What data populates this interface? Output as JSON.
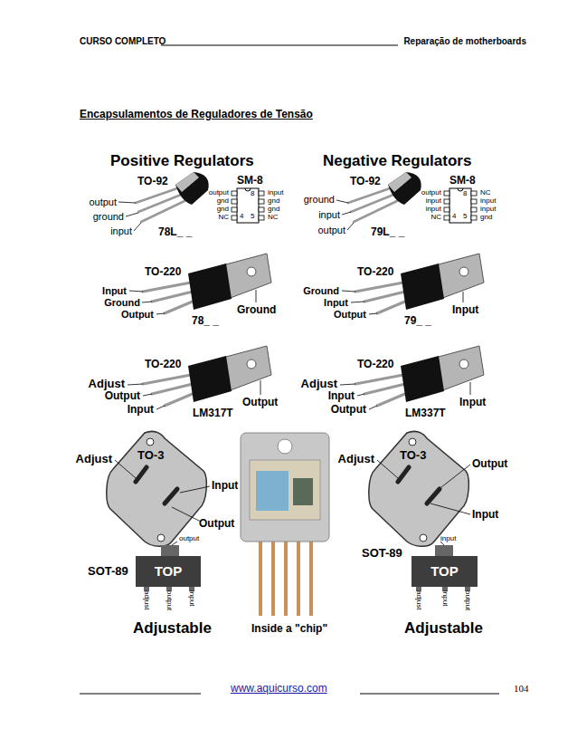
{
  "diagram": {
    "title": "Encapsulamentos de Reguladores de Tensão",
    "nodes": [
      {
        "text": [
          "TOP"
        ]
      },
      {
        "text": [
          "TOP"
        ]
      }
    ],
    "labels": [
      "CURSO COMPLETO",
      "Reparação de motherboards",
      "Positive Regulators",
      "Negative Regulators",
      "TO-92",
      "output",
      "ground",
      "input",
      "78L_ _",
      "SM-8",
      "output",
      "gnd",
      "gnd",
      "NC",
      "8",
      "4",
      "5",
      "input",
      "gnd",
      "gnd",
      "NC",
      "TO-92",
      "ground",
      "input",
      "output",
      "79L_ _",
      "SM-8",
      "output",
      "input",
      "input",
      "NC",
      "8",
      "4",
      "5",
      "NC",
      "input",
      "input",
      "gnd",
      "TO-220",
      "Input",
      "Ground",
      "Output",
      "78_ _",
      "Ground",
      "TO-220",
      "Ground",
      "Input",
      "Output",
      "79_ _",
      "Input",
      "TO-220",
      "Adjust",
      "Output",
      "Input",
      "LM317T",
      "Output",
      "TO-220",
      "Adjust",
      "Input",
      "Output",
      "LM337T",
      "Input",
      "Adjust",
      "TO-3",
      "Input",
      "Output",
      "Inside a \"chip\"",
      "Adjust",
      "TO-3",
      "Output",
      "Input",
      "output",
      "SOT-89",
      "adjust",
      "output",
      "input",
      "Adjustable",
      "input",
      "SOT-89",
      "adjust",
      "input",
      "output",
      "Adjustable",
      "www.aquicurso.com",
      "104"
    ]
  }
}
